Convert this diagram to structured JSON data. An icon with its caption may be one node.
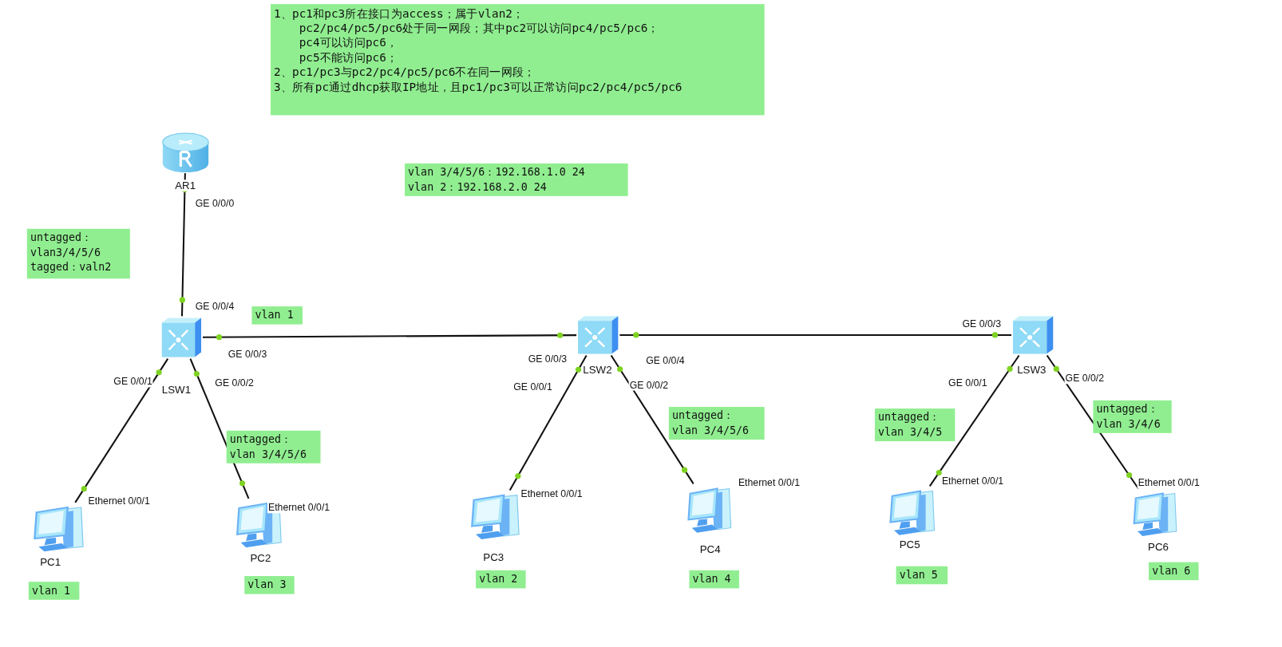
{
  "diagram": {
    "nodes": [
      {
        "text": [
          "1、pc1和pc3所在接口为access；属于vlan2；",
          "pc2/pc4/pc5/pc6处于同一网段；其中pc2可以访问pc4/pc5/pc6；",
          "pc4可以访问pc6，",
          "pc5不能访问pc6；",
          "2、pc1/pc3与pc2/pc4/pc5/pc6不在同一网段；",
          "3、所有pc通过dhcp获取IP地址，且pc1/pc3可以正常访问pc2/pc4/pc5/pc6"
        ]
      },
      {
        "text": [
          "AR1"
        ],
        "beside": [
          "GE 0/0/0"
        ]
      },
      {
        "text": [
          "vlan 3/4/5/6：192.168.1.0 24",
          "vlan 2：192.168.2.0 24"
        ]
      },
      {
        "text": [
          "untagged：",
          "vlan3/4/5/6",
          "tagged：valn2"
        ]
      },
      {
        "text": [
          "vlan 1"
        ]
      },
      {
        "text": [
          "LSW1"
        ],
        "beside": [
          "GE 0/0/4",
          "GE 0/0/3",
          "GE 0/0/1",
          "GE 0/0/2"
        ]
      },
      {
        "text": [
          "LSW2"
        ],
        "beside": [
          "GE 0/0/3",
          "GE 0/0/4",
          "GE 0/0/1",
          "GE 0/0/2"
        ]
      },
      {
        "text": [
          "LSW3"
        ],
        "beside": [
          "GE 0/0/3",
          "GE 0/0/1",
          "GE 0/0/2"
        ]
      },
      {
        "text": [
          "untagged：",
          "vlan 3/4/5/6"
        ]
      },
      {
        "text": [
          "untagged：",
          "vlan 3/4/5/6"
        ]
      },
      {
        "text": [
          "untagged：",
          "vlan 3/4/5"
        ]
      },
      {
        "text": [
          "untagged：",
          "vlan 3/4/6"
        ]
      },
      {
        "text": [
          "PC1"
        ],
        "beside": [
          "Ethernet 0/0/1"
        ]
      },
      {
        "text": [
          "PC2"
        ],
        "beside": [
          "Ethernet 0/0/1"
        ]
      },
      {
        "text": [
          "PC3"
        ],
        "beside": [
          "Ethernet 0/0/1"
        ]
      },
      {
        "text": [
          "PC4"
        ],
        "beside": [
          "Ethernet 0/0/1"
        ]
      },
      {
        "text": [
          "PC5"
        ],
        "beside": [
          "Ethernet 0/0/1"
        ]
      },
      {
        "text": [
          "PC6"
        ],
        "beside": [
          "Ethernet 0/0/1"
        ]
      },
      {
        "text": [
          "vlan 1"
        ]
      },
      {
        "text": [
          "vlan 3"
        ]
      },
      {
        "text": [
          "vlan 2"
        ]
      },
      {
        "text": [
          "vlan 4"
        ]
      },
      {
        "text": [
          "vlan 5"
        ]
      },
      {
        "text": [
          "vlan 6"
        ]
      }
    ],
    "edges": [
      {
        "from": 1,
        "to": 5,
        "arrow": "none"
      },
      {
        "from": 5,
        "to": 6,
        "arrow": "none"
      },
      {
        "from": 6,
        "to": 7,
        "arrow": "none"
      },
      {
        "from": 5,
        "to": 12,
        "arrow": "none"
      },
      {
        "from": 5,
        "to": 13,
        "arrow": "none"
      },
      {
        "from": 6,
        "to": 14,
        "arrow": "none"
      },
      {
        "from": 6,
        "to": 15,
        "arrow": "none"
      },
      {
        "from": 7,
        "to": 16,
        "arrow": "none"
      },
      {
        "from": 7,
        "to": 17,
        "arrow": "none"
      }
    ]
  }
}
